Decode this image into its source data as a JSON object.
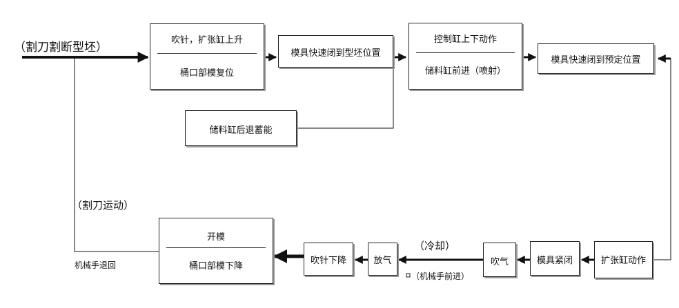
{
  "start_label": "（割刀割断型坯）",
  "cutter_motion_label": "（割刀运动）",
  "robot_retract_label": "机械手退回",
  "cooling_label": "（冷却）",
  "robot_forward_label": "（机械手前进）",
  "blowpin_box": {
    "top": "吹针，扩张缸上升",
    "bottom": "桶口部模复位"
  },
  "mold_fast_close_parison": "模具快速闭到型坯位置",
  "control_box": {
    "top": "控制缸上下动作",
    "bottom": "储料缸前进（喷射）"
  },
  "mold_fast_close_preset": "模具快速闭到预定位置",
  "accumulator_retract": "储料缸后退蓄能",
  "open_box": {
    "top": "开模",
    "bottom": "桶口部模下降"
  },
  "blowpin_down": "吹针下降",
  "exhaust": "放气",
  "blow": "吹气",
  "mold_lock": "模具紧闭",
  "expand_cylinder": "扩张缸动作"
}
